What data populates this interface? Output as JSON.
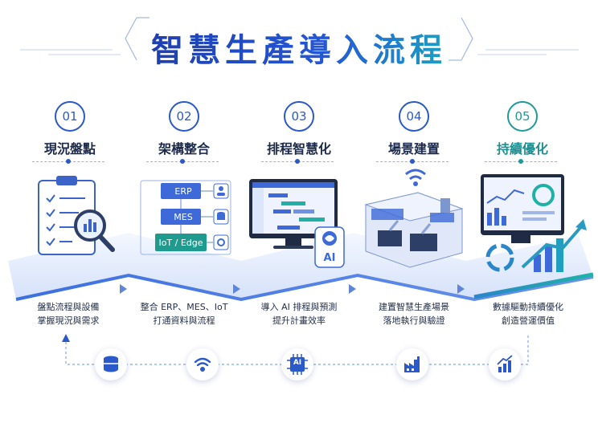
{
  "title": "智慧生產導入流程",
  "steps": [
    {
      "num": "01",
      "title": "現況盤點",
      "desc1": "盤點流程與設備",
      "desc2": "掌握現況與需求"
    },
    {
      "num": "02",
      "title": "架構整合",
      "desc1": "整合 ERP、MES、IoT",
      "desc2": "打通資料與流程"
    },
    {
      "num": "03",
      "title": "排程智慧化",
      "desc1": "導入 AI 排程與預測",
      "desc2": "提升計畫效率"
    },
    {
      "num": "04",
      "title": "場景建置",
      "desc1": "建置智慧生產場景",
      "desc2": "落地執行與驗證"
    },
    {
      "num": "05",
      "title": "持續優化",
      "desc1": "數據驅動持續優化",
      "desc2": "創造營運價值"
    }
  ],
  "arch_labels": {
    "erp": "ERP",
    "mes": "MES",
    "iot": "IoT / Edge"
  },
  "ai_label": "AI",
  "bottom_icons": [
    "database-icon",
    "wifi-icon",
    "ai-chip-icon",
    "factory-icon",
    "growth-chart-icon"
  ],
  "colors": {
    "primary": "#2a59c9",
    "accent": "#1e9a9a",
    "platform": "#dfe8fb",
    "text": "#1b2a4a"
  }
}
